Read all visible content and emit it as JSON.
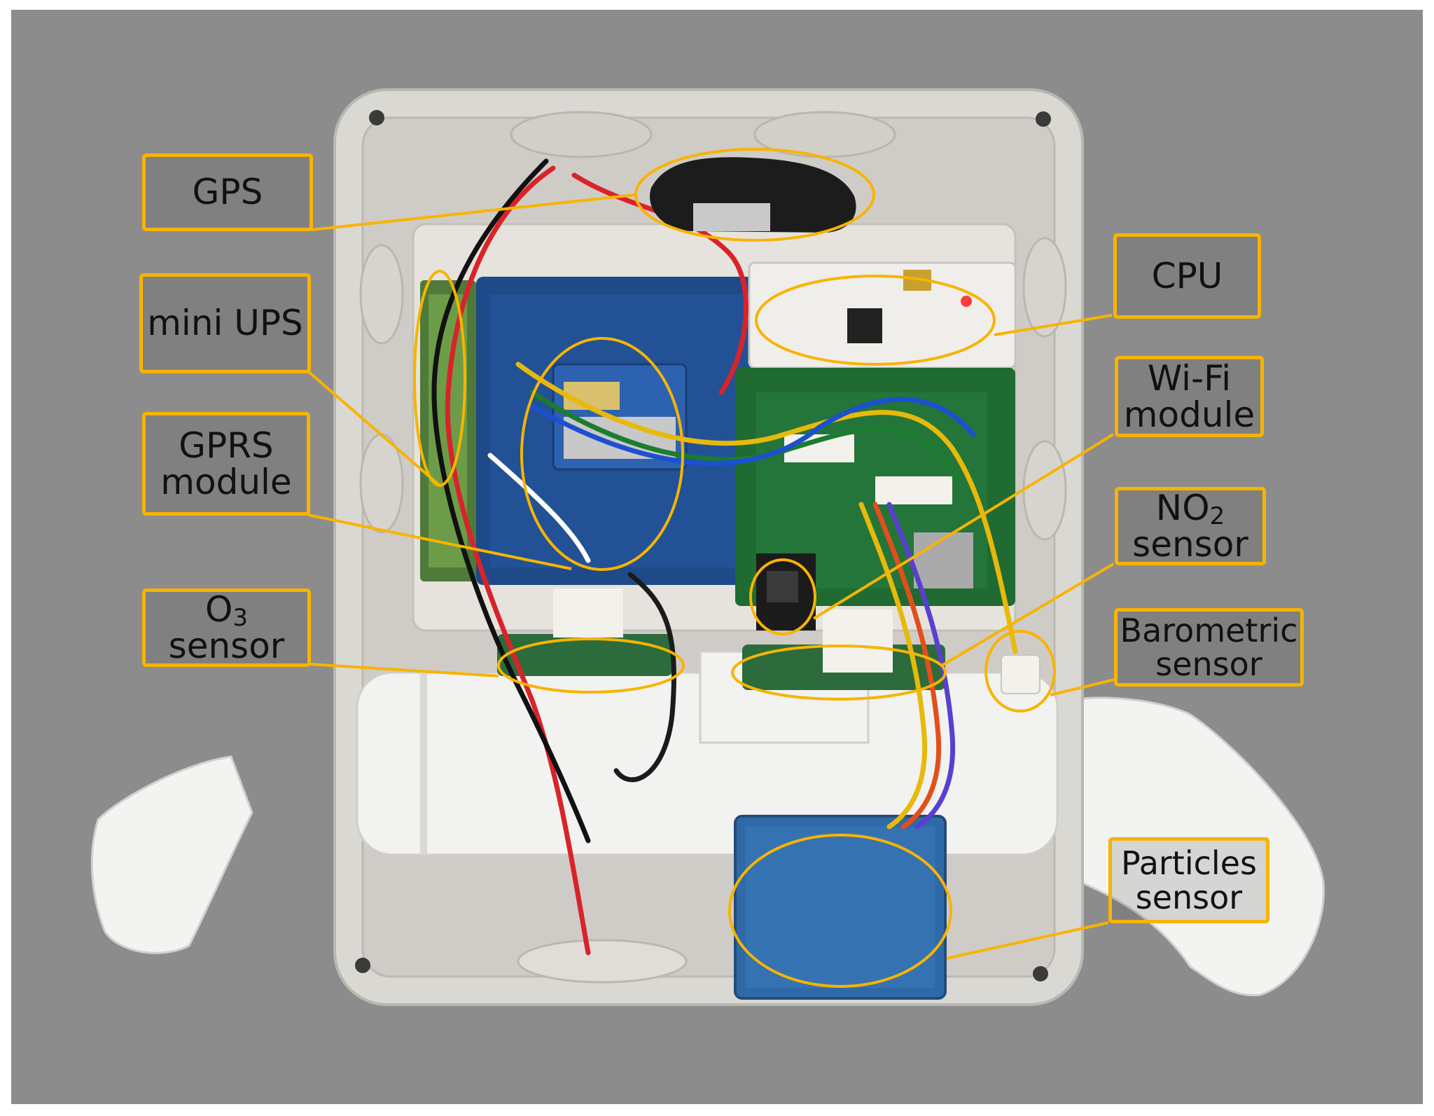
{
  "labels": {
    "gps": "GPS",
    "mini_ups": "mini UPS",
    "gprs": [
      "GPRS",
      "module"
    ],
    "o3": {
      "chem_main": "O",
      "chem_sub": "3",
      "line2": "sensor"
    },
    "cpu": "CPU",
    "wifi": [
      "Wi-Fi",
      "module"
    ],
    "no2": {
      "chem_main": "NO",
      "chem_sub": "2",
      "line2": "sensor"
    },
    "barometric": [
      "Barometric",
      "sensor"
    ],
    "particles": [
      "Particles",
      "sensor"
    ]
  },
  "colors": {
    "background": "#8c8c8c",
    "accent": "#f7b400",
    "label_text": "#111111",
    "enclosure": "#dcdad6",
    "pipe": "#f4f4f2",
    "pcb_blue": "#1f4a8a",
    "pcb_green": "#1f6b32",
    "sensor_blue": "#2f6aa8"
  }
}
